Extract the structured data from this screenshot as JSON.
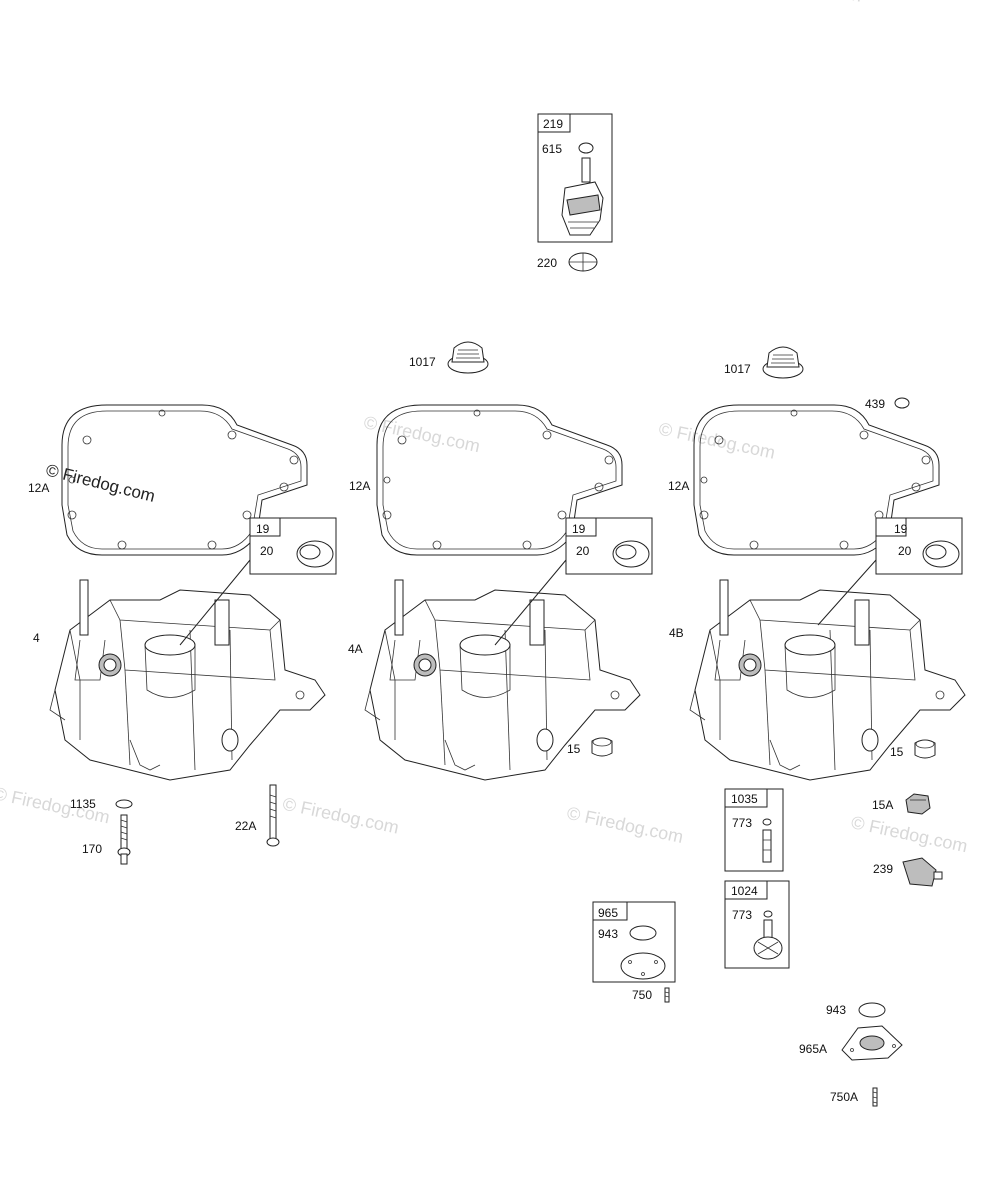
{
  "watermark": "© Firedog.com",
  "parts": {
    "p219": "219",
    "p615": "615",
    "p220": "220",
    "p1017a": "1017",
    "p1017b": "1017",
    "p439": "439",
    "p12Aa": "12A",
    "p12Ab": "12A",
    "p12Ac": "12A",
    "p19a": "19",
    "p20a": "20",
    "p19b": "19",
    "p20b": "20",
    "p19c": "19",
    "p20c": "20",
    "p4": "4",
    "p4A": "4A",
    "p4B": "4B",
    "p15a": "15",
    "p15b": "15",
    "p1135": "1135",
    "p170": "170",
    "p22A": "22A",
    "p1035": "1035",
    "p773a": "773",
    "p1024": "1024",
    "p773b": "773",
    "p965": "965",
    "p943a": "943",
    "p750": "750",
    "p15A": "15A",
    "p239": "239",
    "p943b": "943",
    "p965A": "965A",
    "p750A": "750A"
  }
}
